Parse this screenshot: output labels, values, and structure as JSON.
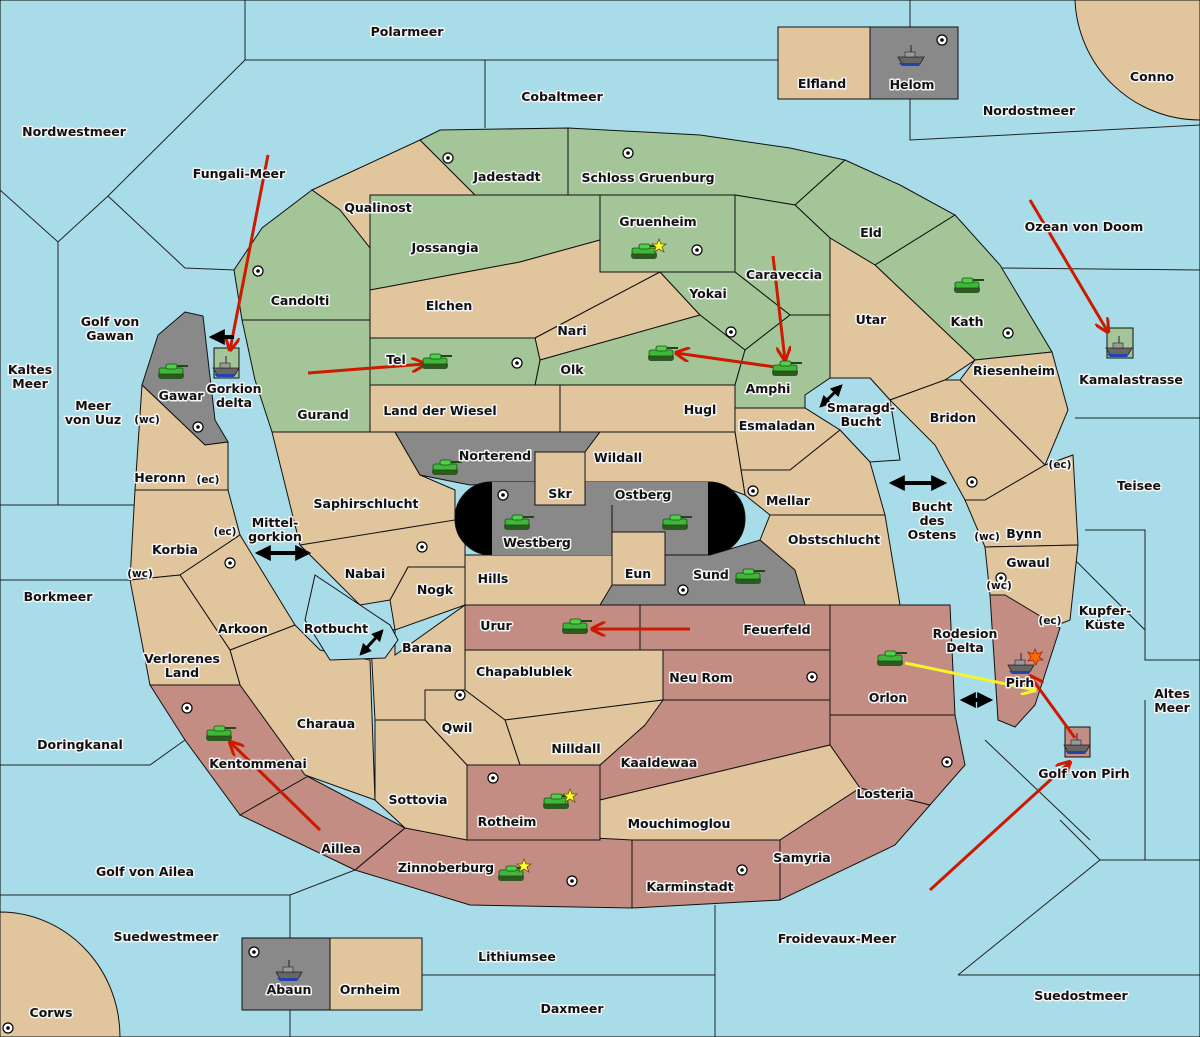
{
  "map": {
    "colors": {
      "sea": "#a8dce9",
      "neutral_land": "#e1c59d",
      "green_power": "#a3c597",
      "red_power": "#c48d84",
      "gray_power": "#898989",
      "order_move": "#cc1a00",
      "order_support": "#f5f52a"
    },
    "labels": [
      [
        "Polarmeer"
      ],
      [
        "Cobaltmeer"
      ],
      [
        "Elfland"
      ],
      [
        "Helom"
      ],
      [
        "Conno"
      ],
      [
        "Nordostmeer"
      ],
      [
        "Nordwestmeer"
      ],
      [
        "Fungali-Meer"
      ],
      [
        "Jadestadt"
      ],
      [
        "Schloss Gruenburg"
      ],
      [
        "Qualinost"
      ],
      [
        "Gruenheim"
      ],
      [
        "Eld"
      ],
      [
        "Ozean von Doom"
      ],
      [
        "Jossangia"
      ],
      [
        "Candolti"
      ],
      [
        "Caraveccia"
      ],
      [
        "Yokai"
      ],
      [
        "Elchen"
      ],
      [
        "Nari"
      ],
      [
        "Utar"
      ],
      [
        "Kath"
      ],
      [
        "Golf von",
        "Gawan"
      ],
      [
        "Tel"
      ],
      [
        "Olk"
      ],
      [
        "Riesenheim"
      ],
      [
        "Kamalastrasse"
      ],
      [
        "Kaltes",
        "Meer"
      ],
      [
        "Amphi"
      ],
      [
        "Gawar"
      ],
      [
        "Gorkion",
        "delta"
      ],
      [
        "Meer",
        "von Uuz"
      ],
      [
        "(wc)"
      ],
      [
        "Gurand"
      ],
      [
        "Land der Wiesel"
      ],
      [
        "Hugl"
      ],
      [
        "Smaragd-",
        "Bucht"
      ],
      [
        "Bridon"
      ],
      [
        "Esmaladan"
      ],
      [
        "Norterend"
      ],
      [
        "Wildall"
      ],
      [
        "Heronn"
      ],
      [
        "(ec)"
      ],
      [
        "(ec)"
      ],
      [
        "Skr"
      ],
      [
        "Ostberg"
      ],
      [
        "Mellar"
      ],
      [
        "Saphirschlucht"
      ],
      [
        "Teisee"
      ],
      [
        "Bucht",
        "des",
        "Ostens"
      ],
      [
        "Westberg"
      ],
      [
        "(ec)"
      ],
      [
        "Mittel-",
        "gorkion"
      ],
      [
        "(wc)"
      ],
      [
        "Bynn"
      ],
      [
        "Obstschlucht"
      ],
      [
        "Korbia"
      ],
      [
        "(wc)"
      ],
      [
        "Nabai"
      ],
      [
        "Hills"
      ],
      [
        "Eun"
      ],
      [
        "Sund"
      ],
      [
        "Gwaul"
      ],
      [
        "(wc)"
      ],
      [
        "Nogk"
      ],
      [
        "Borkmeer"
      ],
      [
        "Kupfer-",
        "Küste"
      ],
      [
        "(ec)"
      ],
      [
        "Urur"
      ],
      [
        "Feuerfeld"
      ],
      [
        "Rotbucht"
      ],
      [
        "Arkoon"
      ],
      [
        "Rodesion",
        "Delta"
      ],
      [
        "Barana"
      ],
      [
        "Verlorenes",
        "Land"
      ],
      [
        "Chapablublek"
      ],
      [
        "Neu Rom"
      ],
      [
        "Pirh"
      ],
      [
        "Altes",
        "Meer"
      ],
      [
        "Orlon"
      ],
      [
        "Charaua"
      ],
      [
        "Qwil"
      ],
      [
        "Doringkanal"
      ],
      [
        "Nilldall"
      ],
      [
        "Kentommenai"
      ],
      [
        "Kaaldewaa"
      ],
      [
        "Golf von Pirh"
      ],
      [
        "Losteria"
      ],
      [
        "Sottovia"
      ],
      [
        "Rotheim"
      ],
      [
        "Mouchimoglou"
      ],
      [
        "Aillea"
      ],
      [
        "Samyria"
      ],
      [
        "Zinnoberburg"
      ],
      [
        "Golf von Ailea"
      ],
      [
        "Karminstadt"
      ],
      [
        "Suedwestmeer"
      ],
      [
        "Froidevaux-Meer"
      ],
      [
        "Lithiumsee"
      ],
      [
        "Abaun"
      ],
      [
        "Ornheim"
      ],
      [
        "Daxmeer"
      ],
      [
        "Suedostmeer"
      ],
      [
        "Corws"
      ]
    ],
    "units": [
      {
        "type": "army",
        "power": "green"
      },
      {
        "type": "fleet",
        "power": "green"
      },
      {
        "type": "army",
        "power": "green"
      },
      {
        "type": "army",
        "power": "green"
      },
      {
        "type": "army",
        "power": "green"
      },
      {
        "type": "army",
        "power": "green"
      },
      {
        "type": "army",
        "power": "green"
      },
      {
        "type": "army",
        "power": "gray"
      },
      {
        "type": "army",
        "power": "gray"
      },
      {
        "type": "army",
        "power": "gray"
      },
      {
        "type": "army",
        "power": "gray"
      },
      {
        "type": "army",
        "power": "red"
      },
      {
        "type": "army",
        "power": "red"
      },
      {
        "type": "fleet",
        "power": "red"
      },
      {
        "type": "fleet",
        "power": "green"
      },
      {
        "type": "fleet",
        "power": "red"
      },
      {
        "type": "army",
        "power": "red"
      },
      {
        "type": "army",
        "power": "red"
      },
      {
        "type": "army",
        "power": "red"
      },
      {
        "type": "fleet",
        "power": "gray"
      },
      {
        "type": "fleet",
        "power": "gray"
      }
    ],
    "icons": {
      "supply_center": "dot-circle-icon",
      "build_marker": "star-icon",
      "dislodged": "explosion-icon",
      "move_order": "red-arrow",
      "support_order": "yellow-arrow",
      "convoy_link": "double-arrow"
    }
  }
}
